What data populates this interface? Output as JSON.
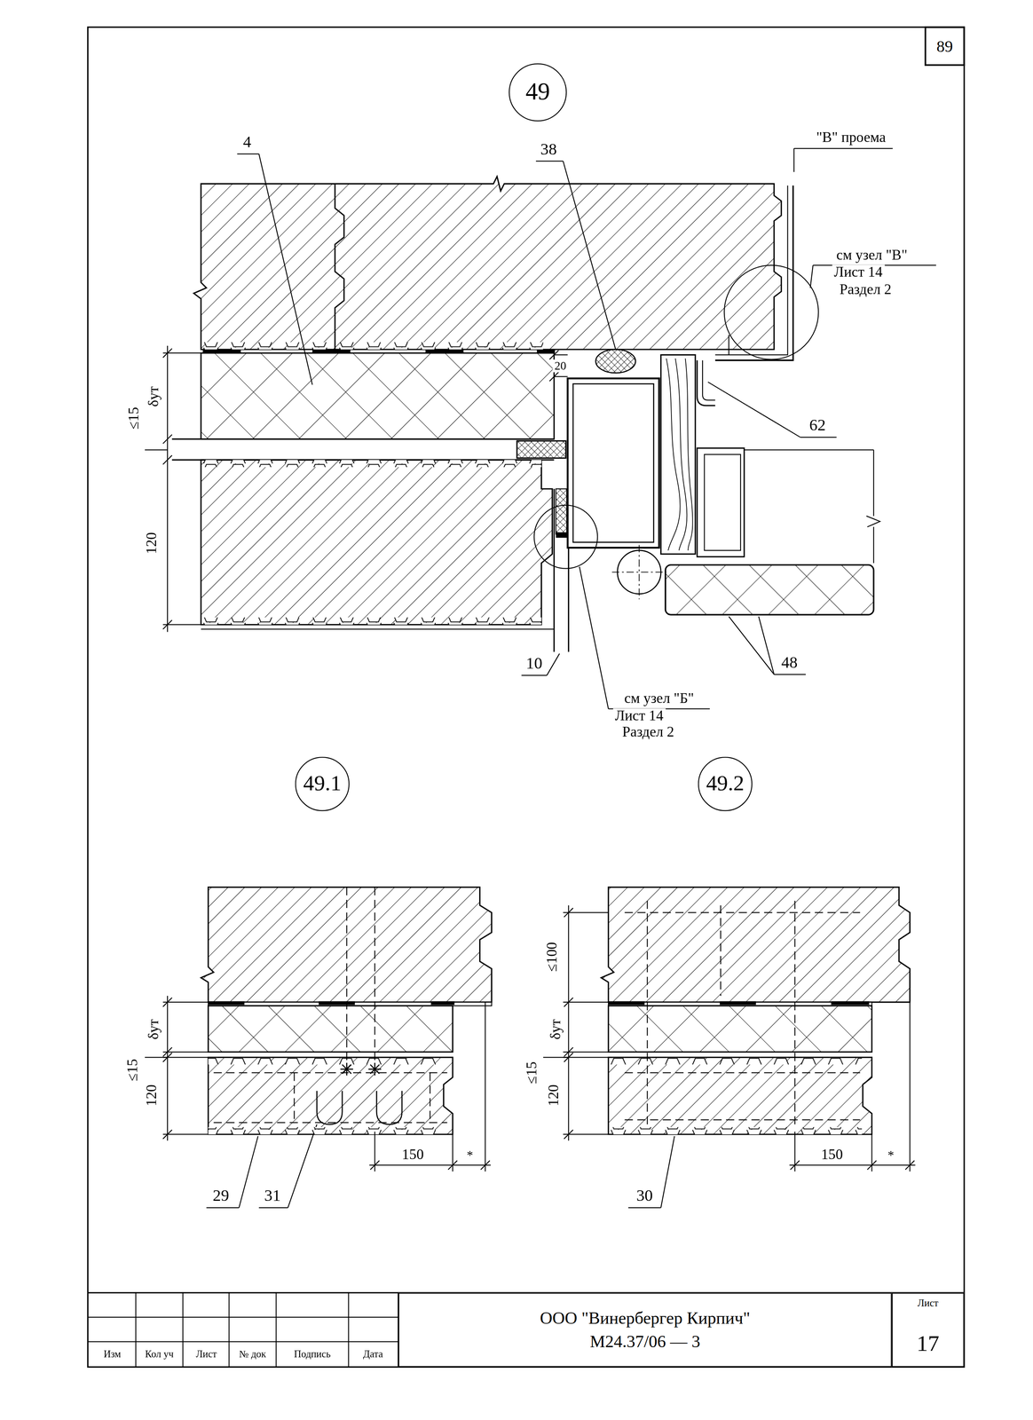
{
  "diagram": {
    "nodes": [
      {
        "text": [
          "89"
        ]
      },
      {
        "text": [
          "49"
        ]
      },
      {
        "text": [
          "49.1"
        ]
      },
      {
        "text": [
          "49.2"
        ]
      },
      {
        "text": [
          "ООО \"Винербергер Кирпич\"",
          "М24.37/06 — 3"
        ]
      },
      {
        "text": [
          "Лист",
          "17"
        ]
      }
    ],
    "labels": [
      "4",
      "38",
      "\"В\" проема",
      "см узел \"В\"",
      "Лист 14",
      "Раздел 2",
      "62",
      "≤15",
      "δут",
      "20",
      "120",
      "10",
      "см узел \"Б\"",
      "Лист 14",
      "Раздел 2",
      "48",
      "δут",
      "≤15",
      "120",
      "150",
      "*",
      "29",
      "31",
      "≤100",
      "δут",
      "≤15",
      "120",
      "150",
      "*",
      "30",
      "Изм",
      "Кол уч",
      "Лист",
      "№ док",
      "Подпись",
      "Дата"
    ]
  }
}
